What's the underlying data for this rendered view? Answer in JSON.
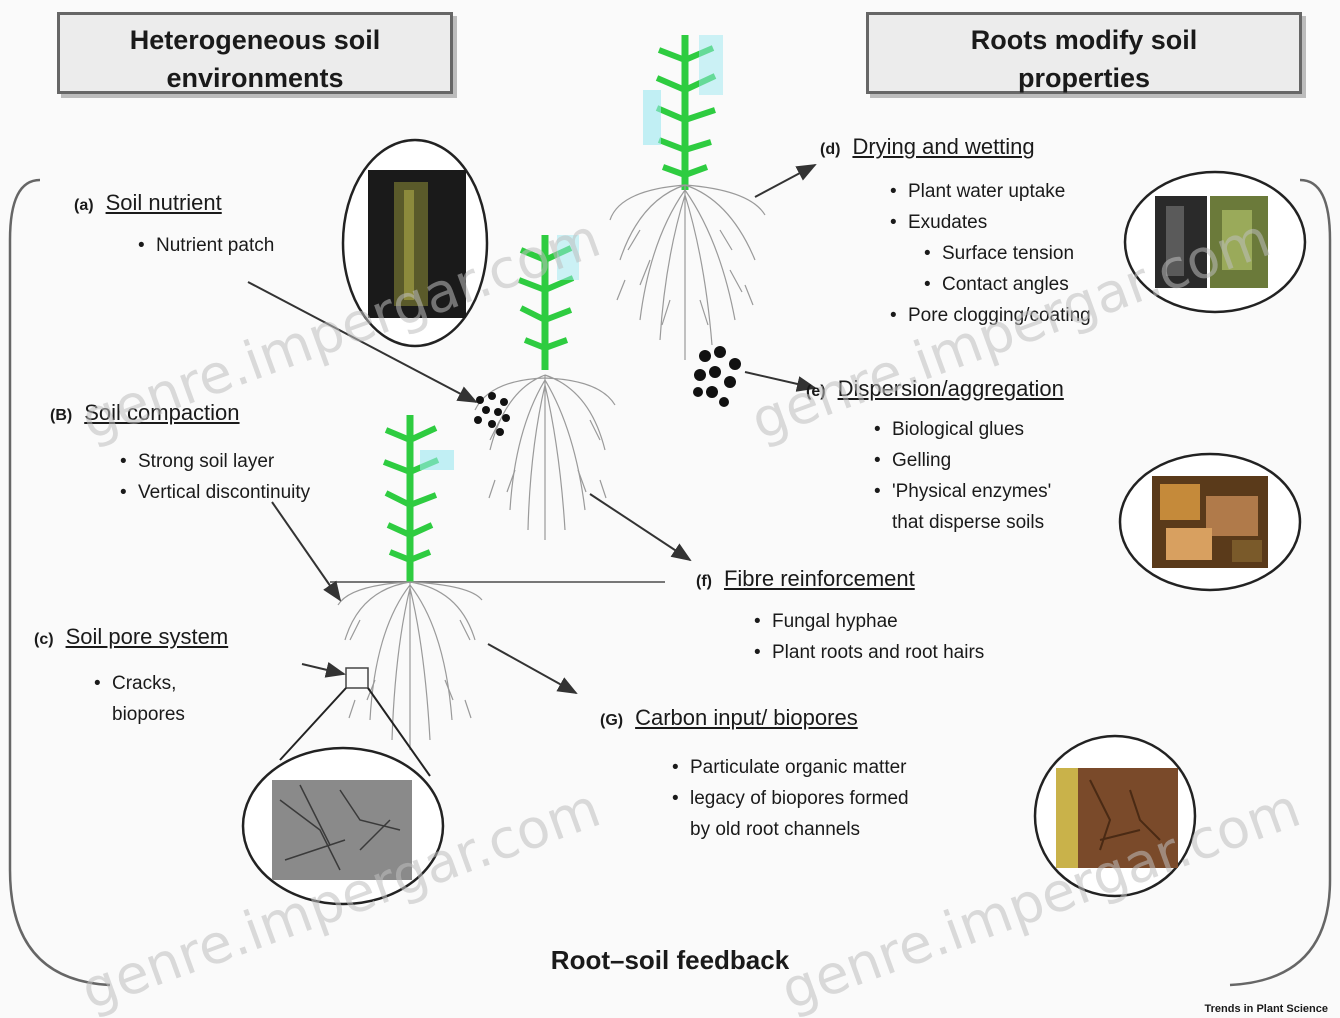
{
  "header": {
    "left_box": {
      "line1": "Heterogeneous soil",
      "line2": "environments"
    },
    "right_box": {
      "line1": "Roots modify soil",
      "line2": "properties"
    }
  },
  "sections": {
    "a": {
      "label": "(a)",
      "title": "Soil nutrient",
      "bullets": [
        "Nutrient patch"
      ]
    },
    "b": {
      "label": "(B)",
      "title": "Soil compaction",
      "bullets": [
        "Strong soil layer",
        "Vertical discontinuity"
      ]
    },
    "c": {
      "label": "(c)",
      "title": "Soil pore system",
      "bullets": [
        "Cracks,"
      ],
      "continuation": "biopores"
    },
    "d": {
      "label": "(d)",
      "title": "Drying and wetting",
      "bullets": [
        "Plant water uptake",
        "Exudates"
      ],
      "sub_bullets": [
        "Surface tension",
        "Contact angles"
      ],
      "bullets_after": [
        "Pore clogging/coating"
      ]
    },
    "e": {
      "label": "(e)",
      "title": "Dispersion/aggregation",
      "bullets": [
        "Biological glues",
        "Gelling",
        "'Physical enzymes'"
      ],
      "continuation": "that disperse soils"
    },
    "f": {
      "label": "(f)",
      "title": "Fibre reinforcement",
      "bullets": [
        "Fungal hyphae",
        "Plant roots and root hairs"
      ]
    },
    "g": {
      "label": "(G)",
      "title": "Carbon input/ biopores",
      "bullets": [
        "Particulate organic matter",
        "legacy of biopores formed"
      ],
      "continuation": "by old root channels"
    }
  },
  "footer": {
    "title": "Root–soil feedback",
    "credit": "Trends in Plant Science"
  },
  "watermark": "genre.impergar.com",
  "colors": {
    "stem": "#2ecc40",
    "leaf_highlight": "#9be8f0",
    "root": "#9a9a9a",
    "box_fill": "#ececec",
    "box_border": "#666666",
    "soil": "#7a4a2a"
  }
}
